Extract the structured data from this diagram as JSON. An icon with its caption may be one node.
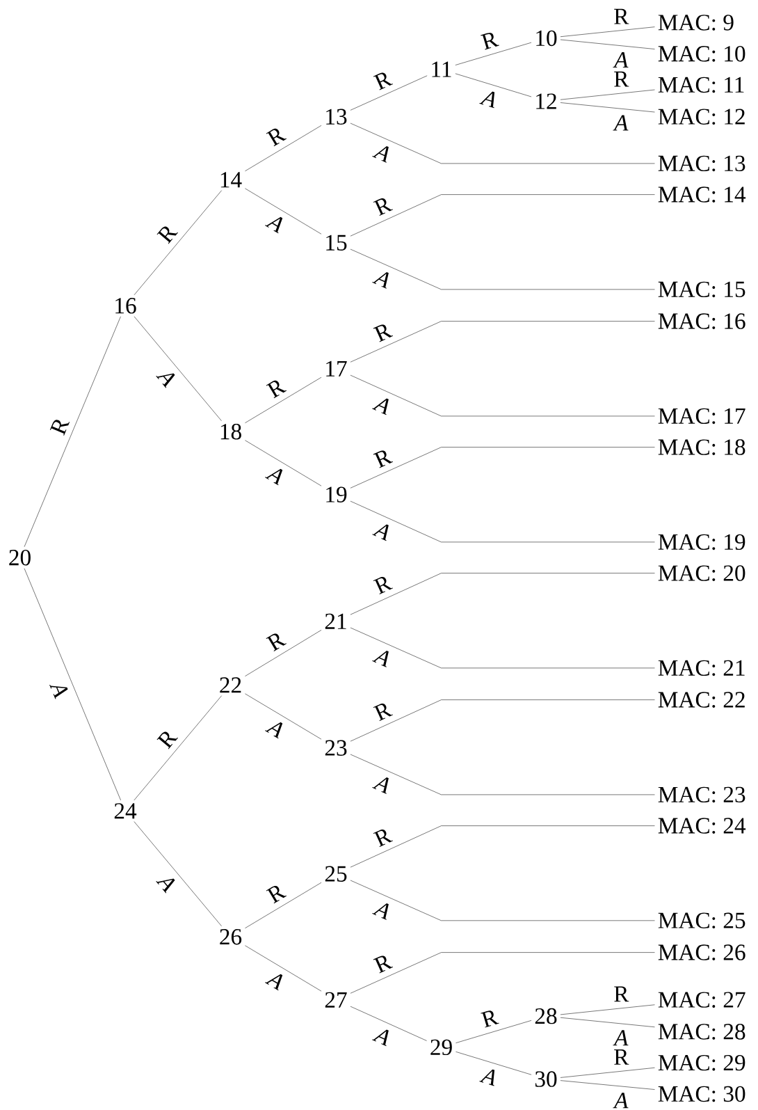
{
  "diagram": {
    "nodes": [
      {
        "text": [
          "20"
        ]
      },
      {
        "text": [
          "16"
        ]
      },
      {
        "text": [
          "14"
        ]
      },
      {
        "text": [
          "13"
        ]
      },
      {
        "text": [
          "11"
        ]
      },
      {
        "text": [
          "10"
        ]
      },
      {
        "text": [
          "12"
        ]
      },
      {
        "text": [
          "15"
        ]
      },
      {
        "text": [
          "18"
        ]
      },
      {
        "text": [
          "17"
        ]
      },
      {
        "text": [
          "19"
        ]
      },
      {
        "text": [
          "24"
        ]
      },
      {
        "text": [
          "22"
        ]
      },
      {
        "text": [
          "21"
        ]
      },
      {
        "text": [
          "23"
        ]
      },
      {
        "text": [
          "26"
        ]
      },
      {
        "text": [
          "25"
        ]
      },
      {
        "text": [
          "27"
        ]
      },
      {
        "text": [
          "29"
        ]
      },
      {
        "text": [
          "28"
        ]
      },
      {
        "text": [
          "30"
        ]
      },
      {
        "text": [
          "MAC: 9"
        ]
      },
      {
        "text": [
          "MAC: 10"
        ]
      },
      {
        "text": [
          "MAC: 11"
        ]
      },
      {
        "text": [
          "MAC: 12"
        ]
      },
      {
        "text": [
          "MAC: 13"
        ]
      },
      {
        "text": [
          "MAC: 14"
        ]
      },
      {
        "text": [
          "MAC: 15"
        ]
      },
      {
        "text": [
          "MAC: 16"
        ]
      },
      {
        "text": [
          "MAC: 17"
        ]
      },
      {
        "text": [
          "MAC: 18"
        ]
      },
      {
        "text": [
          "MAC: 19"
        ]
      },
      {
        "text": [
          "MAC: 20"
        ]
      },
      {
        "text": [
          "MAC: 21"
        ]
      },
      {
        "text": [
          "MAC: 22"
        ]
      },
      {
        "text": [
          "MAC: 23"
        ]
      },
      {
        "text": [
          "MAC: 24"
        ]
      },
      {
        "text": [
          "MAC: 25"
        ]
      },
      {
        "text": [
          "MAC: 26"
        ]
      },
      {
        "text": [
          "MAC: 27"
        ]
      },
      {
        "text": [
          "MAC: 28"
        ]
      },
      {
        "text": [
          "MAC: 29"
        ]
      },
      {
        "text": [
          "MAC: 30"
        ]
      }
    ],
    "edges": [
      {
        "from": 0,
        "to": 1,
        "arrow": "none",
        "label": "R"
      },
      {
        "from": 0,
        "to": 11,
        "arrow": "none",
        "label": "A"
      },
      {
        "from": 1,
        "to": 2,
        "arrow": "none",
        "label": "R"
      },
      {
        "from": 1,
        "to": 8,
        "arrow": "none",
        "label": "A"
      },
      {
        "from": 2,
        "to": 3,
        "arrow": "none",
        "label": "R"
      },
      {
        "from": 2,
        "to": 7,
        "arrow": "none",
        "label": "A"
      },
      {
        "from": 3,
        "to": 4,
        "arrow": "none",
        "label": "R"
      },
      {
        "from": 3,
        "to": 25,
        "arrow": "none",
        "label": "A"
      },
      {
        "from": 4,
        "to": 5,
        "arrow": "none",
        "label": "R"
      },
      {
        "from": 4,
        "to": 6,
        "arrow": "none",
        "label": "A"
      },
      {
        "from": 5,
        "to": 21,
        "arrow": "none",
        "label": "R"
      },
      {
        "from": 5,
        "to": 22,
        "arrow": "none",
        "label": "A"
      },
      {
        "from": 6,
        "to": 23,
        "arrow": "none",
        "label": "R"
      },
      {
        "from": 6,
        "to": 24,
        "arrow": "none",
        "label": "A"
      },
      {
        "from": 7,
        "to": 26,
        "arrow": "none",
        "label": "R"
      },
      {
        "from": 7,
        "to": 27,
        "arrow": "none",
        "label": "A"
      },
      {
        "from": 8,
        "to": 9,
        "arrow": "none",
        "label": "R"
      },
      {
        "from": 8,
        "to": 10,
        "arrow": "none",
        "label": "A"
      },
      {
        "from": 9,
        "to": 28,
        "arrow": "none",
        "label": "R"
      },
      {
        "from": 9,
        "to": 29,
        "arrow": "none",
        "label": "A"
      },
      {
        "from": 10,
        "to": 30,
        "arrow": "none",
        "label": "R"
      },
      {
        "from": 10,
        "to": 31,
        "arrow": "none",
        "label": "A"
      },
      {
        "from": 11,
        "to": 12,
        "arrow": "none",
        "label": "R"
      },
      {
        "from": 11,
        "to": 15,
        "arrow": "none",
        "label": "A"
      },
      {
        "from": 12,
        "to": 13,
        "arrow": "none",
        "label": "R"
      },
      {
        "from": 12,
        "to": 14,
        "arrow": "none",
        "label": "A"
      },
      {
        "from": 13,
        "to": 32,
        "arrow": "none",
        "label": "R"
      },
      {
        "from": 13,
        "to": 33,
        "arrow": "none",
        "label": "A"
      },
      {
        "from": 14,
        "to": 34,
        "arrow": "none",
        "label": "R"
      },
      {
        "from": 14,
        "to": 35,
        "arrow": "none",
        "label": "A"
      },
      {
        "from": 15,
        "to": 16,
        "arrow": "none",
        "label": "R"
      },
      {
        "from": 15,
        "to": 17,
        "arrow": "none",
        "label": "A"
      },
      {
        "from": 16,
        "to": 36,
        "arrow": "none",
        "label": "R"
      },
      {
        "from": 16,
        "to": 37,
        "arrow": "none",
        "label": "A"
      },
      {
        "from": 17,
        "to": 38,
        "arrow": "none",
        "label": "R"
      },
      {
        "from": 17,
        "to": 18,
        "arrow": "none",
        "label": "A"
      },
      {
        "from": 18,
        "to": 19,
        "arrow": "none",
        "label": "R"
      },
      {
        "from": 18,
        "to": 20,
        "arrow": "none",
        "label": "A"
      },
      {
        "from": 19,
        "to": 39,
        "arrow": "none",
        "label": "R"
      },
      {
        "from": 19,
        "to": 40,
        "arrow": "none",
        "label": "A"
      },
      {
        "from": 20,
        "to": 41,
        "arrow": "none",
        "label": "R"
      },
      {
        "from": 20,
        "to": 42,
        "arrow": "none",
        "label": "A"
      }
    ]
  }
}
